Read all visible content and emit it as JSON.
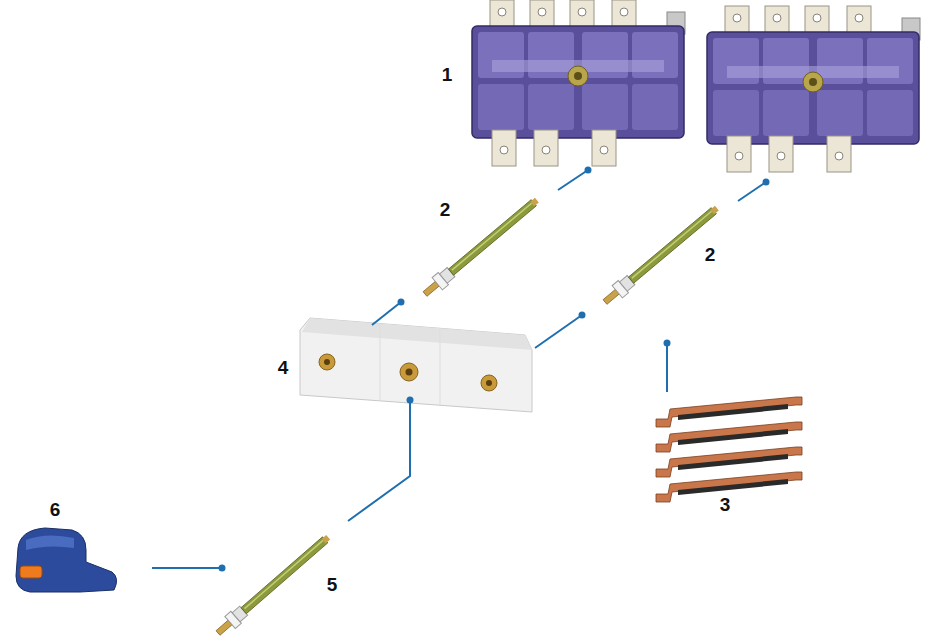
{
  "diagram": {
    "labels": [
      "1",
      "2",
      "2",
      "4",
      "3",
      "6",
      "5"
    ]
  }
}
